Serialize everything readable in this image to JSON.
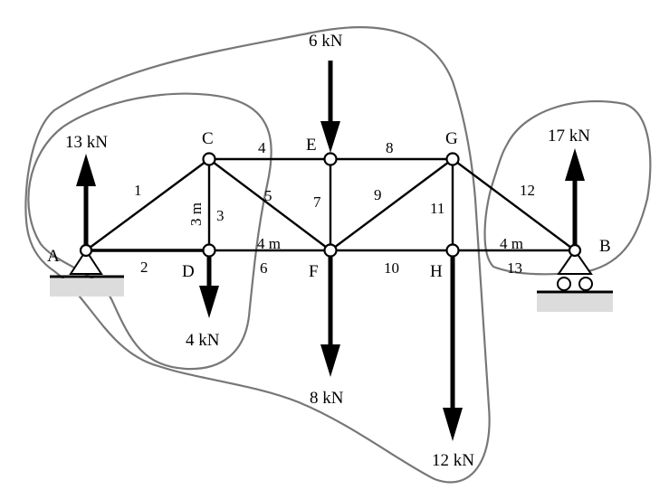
{
  "joints": {
    "A": "A",
    "B": "B",
    "C": "C",
    "D": "D",
    "E": "E",
    "F": "F",
    "G": "G",
    "H": "H"
  },
  "members": [
    "1",
    "2",
    "3",
    "4",
    "5",
    "6",
    "7",
    "8",
    "9",
    "10",
    "11",
    "12",
    "13"
  ],
  "dimensions": {
    "height": "3 m",
    "left_panel": "4 m",
    "right_panel": "4 m"
  },
  "loads": {
    "reaction_A": "13 kN",
    "reaction_B": "17 kN",
    "load_E": "6 kN",
    "load_D": "4 kN",
    "load_F": "8 kN",
    "load_H": "12 kN"
  }
}
